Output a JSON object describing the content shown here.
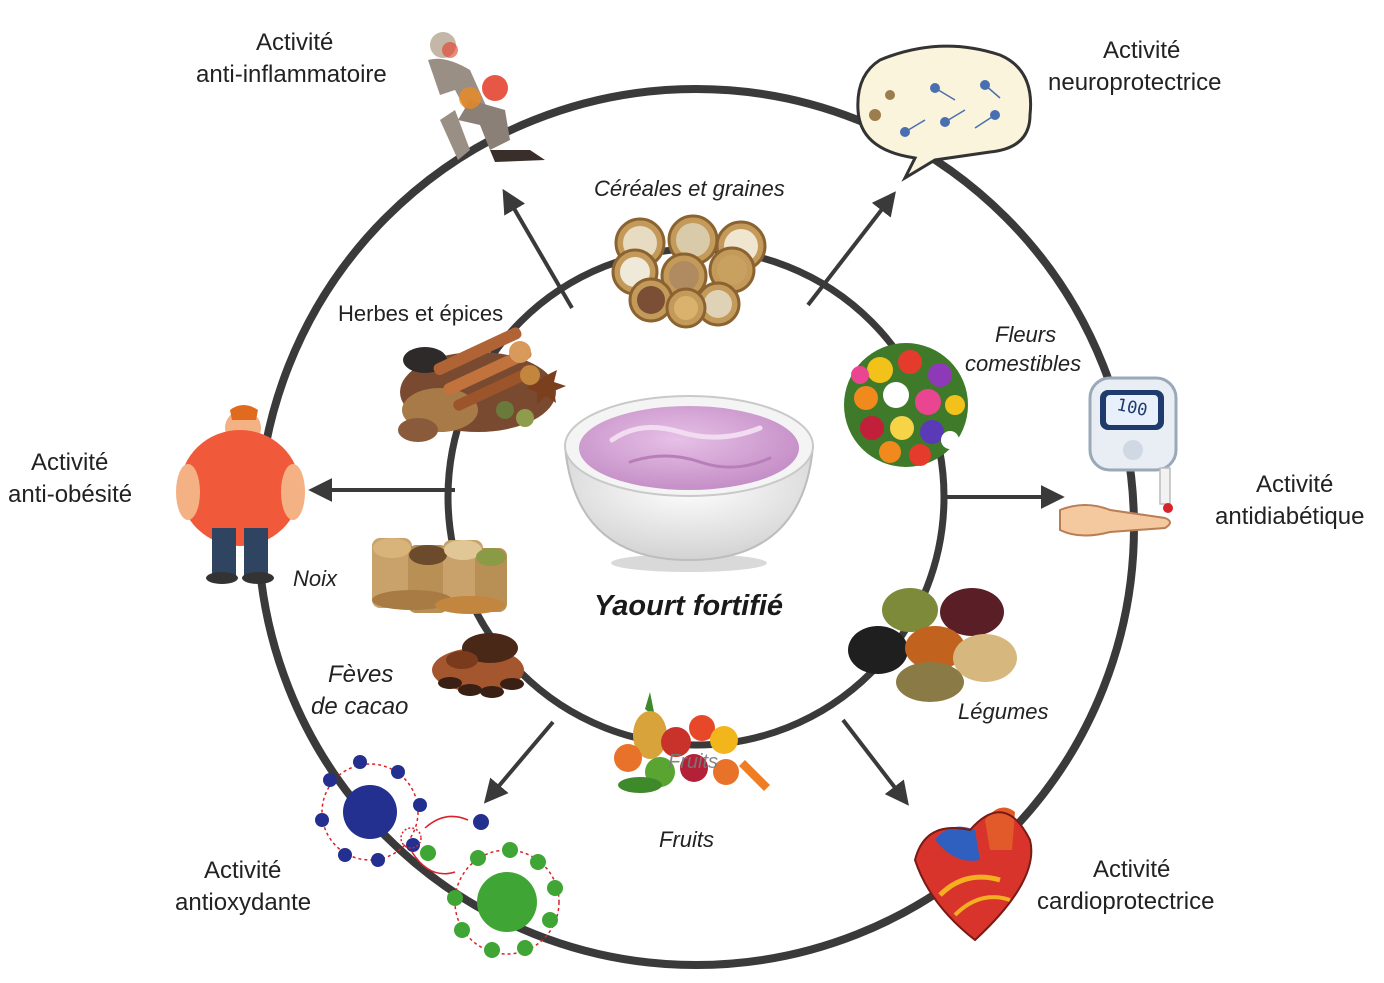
{
  "center": {
    "title": "Yaourt fortifié"
  },
  "sources": {
    "cereales": "Céréales et graines",
    "herbes": "Herbes et épices",
    "fleurs_l1": "Fleurs",
    "fleurs_l2": "comestibles",
    "noix": "Noix",
    "feves_l1": "Fèves",
    "feves_l2": "de cacao",
    "legumes": "Légumes",
    "fruits": "Fruits",
    "fruits_overlay": "Fruits"
  },
  "activities": {
    "anti_inflam_l1": "Activité",
    "anti_inflam_l2": "anti-inflammatoire",
    "neuro_l1": "Activité",
    "neuro_l2": "neuroprotectrice",
    "obesite_l1": "Activité",
    "obesite_l2": "anti-obésité",
    "diabete_l1": "Activité",
    "diabete_l2": "antidiabétique",
    "oxyd_l1": "Activité",
    "oxyd_l2": "antioxydante",
    "cardio_l1": "Activité",
    "cardio_l2": "cardioprotectrice"
  },
  "meter": {
    "reading": "100"
  },
  "colors": {
    "ring": "#3a3a3a",
    "yogurt": "#d9a9d9",
    "shirt": "#f05a3a",
    "antiox_blue": "#24308f",
    "antiox_green": "#3fa535",
    "heart_red": "#d8342c"
  }
}
